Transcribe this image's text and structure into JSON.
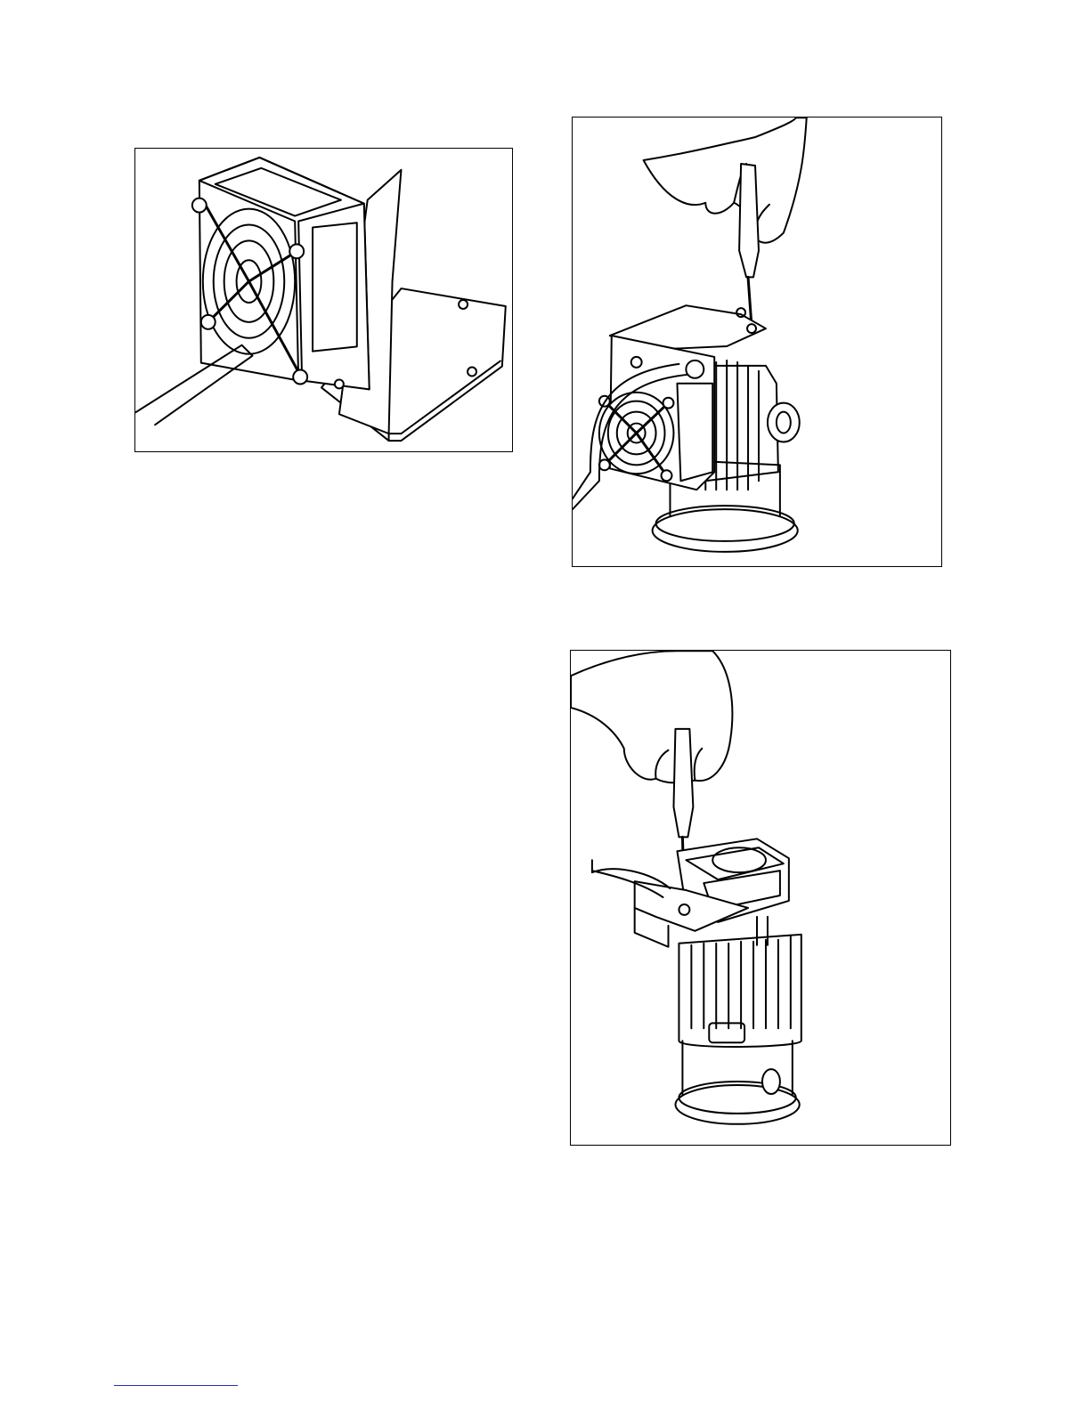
{
  "page": {
    "figures": [
      {
        "id": "fig-fan",
        "content": "fan-assembly-illustration"
      },
      {
        "id": "fig-motor-top",
        "content": "screwdriver-removing-fan-bracket-screw"
      },
      {
        "id": "fig-motor-bottom",
        "content": "screwdriver-removing-bracket-from-motor"
      }
    ],
    "footer_rule_color": "#2233aa"
  }
}
